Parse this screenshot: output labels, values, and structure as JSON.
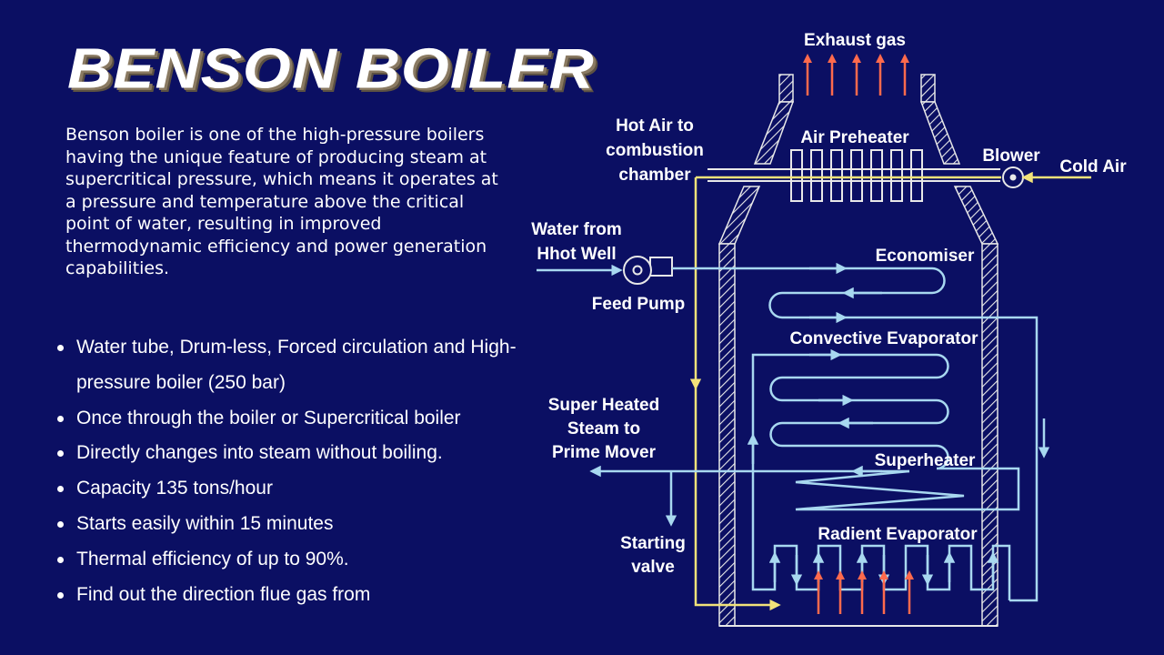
{
  "slide": {
    "title": "Benson Boiler",
    "intro": "Benson boiler is one of the high-pressure boilers having the unique feature of producing steam at supercritical pressure, which means it operates at a pressure and temperature above the critical point of water, resulting in improved thermodynamic efficiency and power generation capabilities.",
    "bullets": [
      "Water tube, Drum-less, Forced circulation and High-pressure boiler (250 bar)",
      "Once through the boiler or Supercritical boiler",
      "Directly changes into steam without boiling.",
      "Capacity 135 tons/hour",
      "Starts easily within 15 minutes",
      "Thermal efficiency of up to 90%.",
      "Find out the direction flue gas from"
    ]
  },
  "diagram": {
    "labels": {
      "exhaust_gas": "Exhaust gas",
      "hot_air_1": "Hot Air to",
      "hot_air_2": "combustion",
      "hot_air_3": "chamber",
      "air_preheater": "Air Preheater",
      "blower": "Blower",
      "cold_air": "Cold Air",
      "water_from_1": "Water from",
      "water_from_2": "Hhot Well",
      "economiser": "Economiser",
      "feed_pump": "Feed Pump",
      "convective_evaporator": "Convective Evaporator",
      "super_heated_1": "Super Heated",
      "super_heated_2": "Steam to",
      "super_heated_3": "Prime Mover",
      "superheater": "Superheater",
      "radient_evaporator": "Radient Evaporator",
      "starting_1": "Starting",
      "starting_2": "valve"
    },
    "colors": {
      "wall": "#e8e8e8",
      "water": "#a8d8f0",
      "air": "#f2e27a",
      "hot_gas": "#ff6a4d"
    }
  }
}
